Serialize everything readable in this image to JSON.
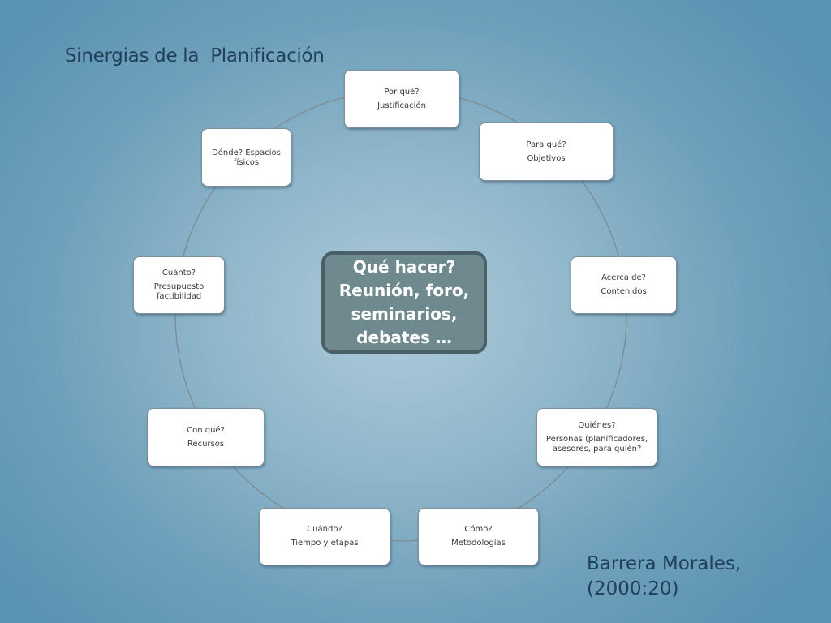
{
  "title": "Sinergias de la  Planificación",
  "citation": {
    "line1": "Barrera Morales,",
    "line2": "(2000:20)"
  },
  "center": {
    "text": "Qué hacer? Reunión, foro, seminarios, debates …"
  },
  "nodes": [
    {
      "question": "Por qué?",
      "answer": "Justificación"
    },
    {
      "question": "Para qué?",
      "answer": "Objetivos"
    },
    {
      "question": "Acerca de?",
      "answer": "Contenidos"
    },
    {
      "question": "Quiénes?",
      "answer": "Personas (planificadores, asesores, para quién?"
    },
    {
      "question": "Cómo?",
      "answer": "Metodologías"
    },
    {
      "question": "Cuándo?",
      "answer": "Tiempo y etapas"
    },
    {
      "question": "Con qué?",
      "answer": "Recursos"
    },
    {
      "question": "Cuánto?",
      "answer": "Presupuesto factibilidad"
    },
    {
      "question": "Dónde? Espacios físicos",
      "answer": ""
    }
  ],
  "colors": {
    "background": "#7fabc3",
    "title_text": "#1f3f5a",
    "center_fill": "#6f8a8e",
    "center_border": "#4c5f66",
    "node_fill": "#ffffff",
    "ring": "#7d8a92"
  }
}
